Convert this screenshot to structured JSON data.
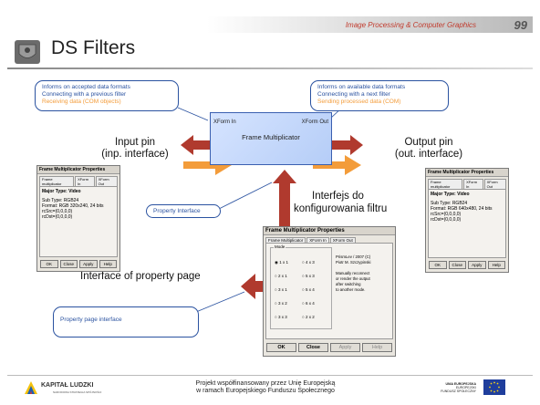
{
  "header": {
    "subtitle": "Image Processing & Computer Graphics",
    "slide_number": "99"
  },
  "title": "DS Filters",
  "callout_left": {
    "line1": "Informs on accepted data formats",
    "line2": "Connecting with a previous filter",
    "line3": "Receiving data (COM objects)"
  },
  "callout_right": {
    "line1": "Informs on available data formats",
    "line2": "Connecting with a next filter",
    "line3": "Sending processed data (COM)"
  },
  "filter": {
    "pin_in": "XForm In",
    "pin_out": "XForm Out",
    "name": "Frame Multiplicator"
  },
  "labels": {
    "input_pin": "Input pin",
    "input_pin_sub": "(inp. interface)",
    "output_pin": "Output pin",
    "output_pin_sub": "(out. interface)",
    "config_line1": "Interfejs do",
    "config_line2": "konfigurowania filtru",
    "property_page": "Interface of property page"
  },
  "property_interface_callout": "Property Interface",
  "property_page_callout": "Property page interface",
  "small_dialog": {
    "title": "Frame Multiplicator Properties",
    "tabs": [
      "Frame multiplicator",
      "XForm In",
      "XForm Out"
    ],
    "major_type": "Major Type: Video",
    "sub_type": "Sub Type: RGB24",
    "format_left": "Format: RGB 320x240, 24 bits",
    "format_right": "Format: RGB 640x480, 24 bits",
    "rc_src": "rcSrc=(0,0,0,0)",
    "rc_dst": "rcDst=(0,0,0,0)",
    "buttons": [
      "OK",
      "Close",
      "Apply",
      "Help"
    ]
  },
  "main_dialog": {
    "title": "Frame Multiplicator Properties",
    "tabs": [
      "Frame Multiplicator",
      "XForm In",
      "XForm Out"
    ],
    "mode_label": "Mode",
    "modes_col1": [
      "1 x 1",
      "2 x 1",
      "3 x 1",
      "3 x 2",
      "3 x 3"
    ],
    "modes_col2": [
      "4 x 3",
      "5 x 3",
      "5 x 4",
      "6 x 4",
      "2 x 2"
    ],
    "info_line1": "PrismLev / 2007 (C)",
    "info_line2": "Piotr M. Szczypinski",
    "info_line3": "Manually reconnect",
    "info_line4": "or render the output",
    "info_line5": "after switching",
    "info_line6": "to another mode.",
    "buttons": [
      "OK",
      "Close",
      "Apply",
      "Help"
    ]
  },
  "footer": {
    "kapital": "KAPITAŁ LUDZKI",
    "kapital_sub": "NARODOWA STRATEGIA SPÓJNOŚCI",
    "mid_line1": "Projekt współfinansowany przez Unię Europejską",
    "mid_line2": "w ramach Europejskiego Funduszu Społecznego",
    "ue_line1": "UNIA EUROPEJSKA",
    "ue_line2": "EUROPEJSKI",
    "ue_line3": "FUNDUSZ SPOŁECZNY"
  },
  "colors": {
    "arrow_red": "#b03a2e",
    "arrow_orange": "#f39c3a",
    "callout_blue": "#2a52a0",
    "filter_fill": "#c4d8fb"
  }
}
